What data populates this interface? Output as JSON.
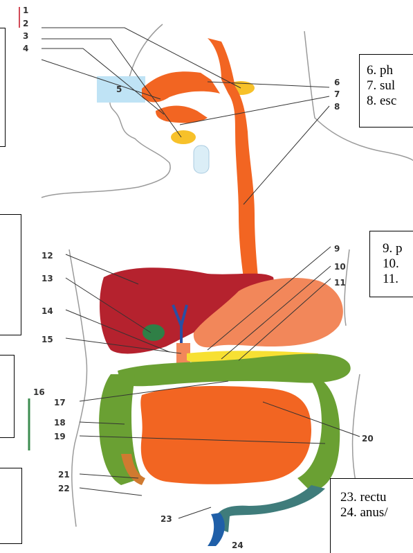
{
  "labels": {
    "n1": "1",
    "n2": "2",
    "n3": "3",
    "n4": "4",
    "n5": "5",
    "n6": "6",
    "n7": "7",
    "n8": "8",
    "n9": "9",
    "n10": "10",
    "n11": "11",
    "n12": "12",
    "n13": "13",
    "n14": "14",
    "n15": "15",
    "n16": "16",
    "n17": "17",
    "n18": "18",
    "n19": "19",
    "n20": "20",
    "n21": "21",
    "n22": "22",
    "n23": "23",
    "n24": "24"
  },
  "boxes": {
    "top_right": [
      "6. ph",
      "7. sul",
      "8. esc"
    ],
    "mid_right": [
      "9. p",
      "10.",
      "11."
    ],
    "bottom_right": [
      "23. rectu",
      "24. anus/"
    ]
  },
  "colors": {
    "tract": "#f26522",
    "liver": "#b5222e",
    "gland": "#f7c12a",
    "intestine": "#6aa033",
    "small_intestine": "#f26522",
    "rectum": "#3f7c7b",
    "anus": "#1f5fa8",
    "mouth_box": "#bfe3f5",
    "bracket_red": "#d24b57",
    "bracket_green": "#3c8c4f",
    "leader": "#333333",
    "body_outline": "#9a9a9a"
  }
}
